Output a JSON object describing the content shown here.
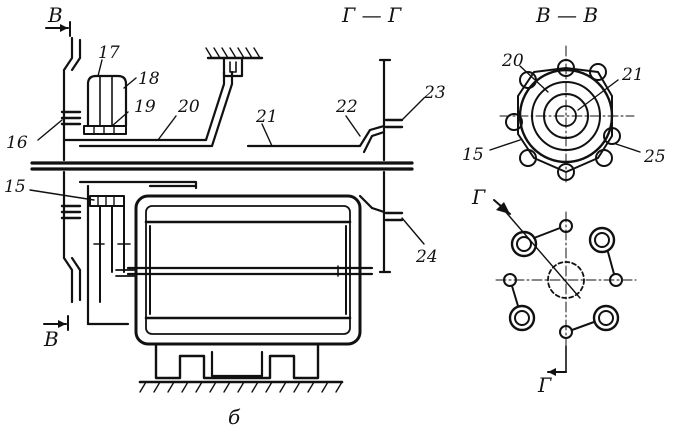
{
  "labels": {
    "section_b_top": "B",
    "section_b_bottom": "B",
    "section_g_title": "Г — Г",
    "section_b_title": "B — B",
    "section_g_marker_left": "Г",
    "section_g_marker_bottom": "Г",
    "caption": "б",
    "n15_main": "15",
    "n16": "16",
    "n17": "17",
    "n18": "18",
    "n19": "19",
    "n20_main": "20",
    "n21_main": "21",
    "n22": "22",
    "n23": "23",
    "n24": "24",
    "n20_view": "20",
    "n21_view": "21",
    "n15_view": "15",
    "n25": "25"
  },
  "colors": {
    "ink": "#111111",
    "paper": "#ffffff"
  }
}
